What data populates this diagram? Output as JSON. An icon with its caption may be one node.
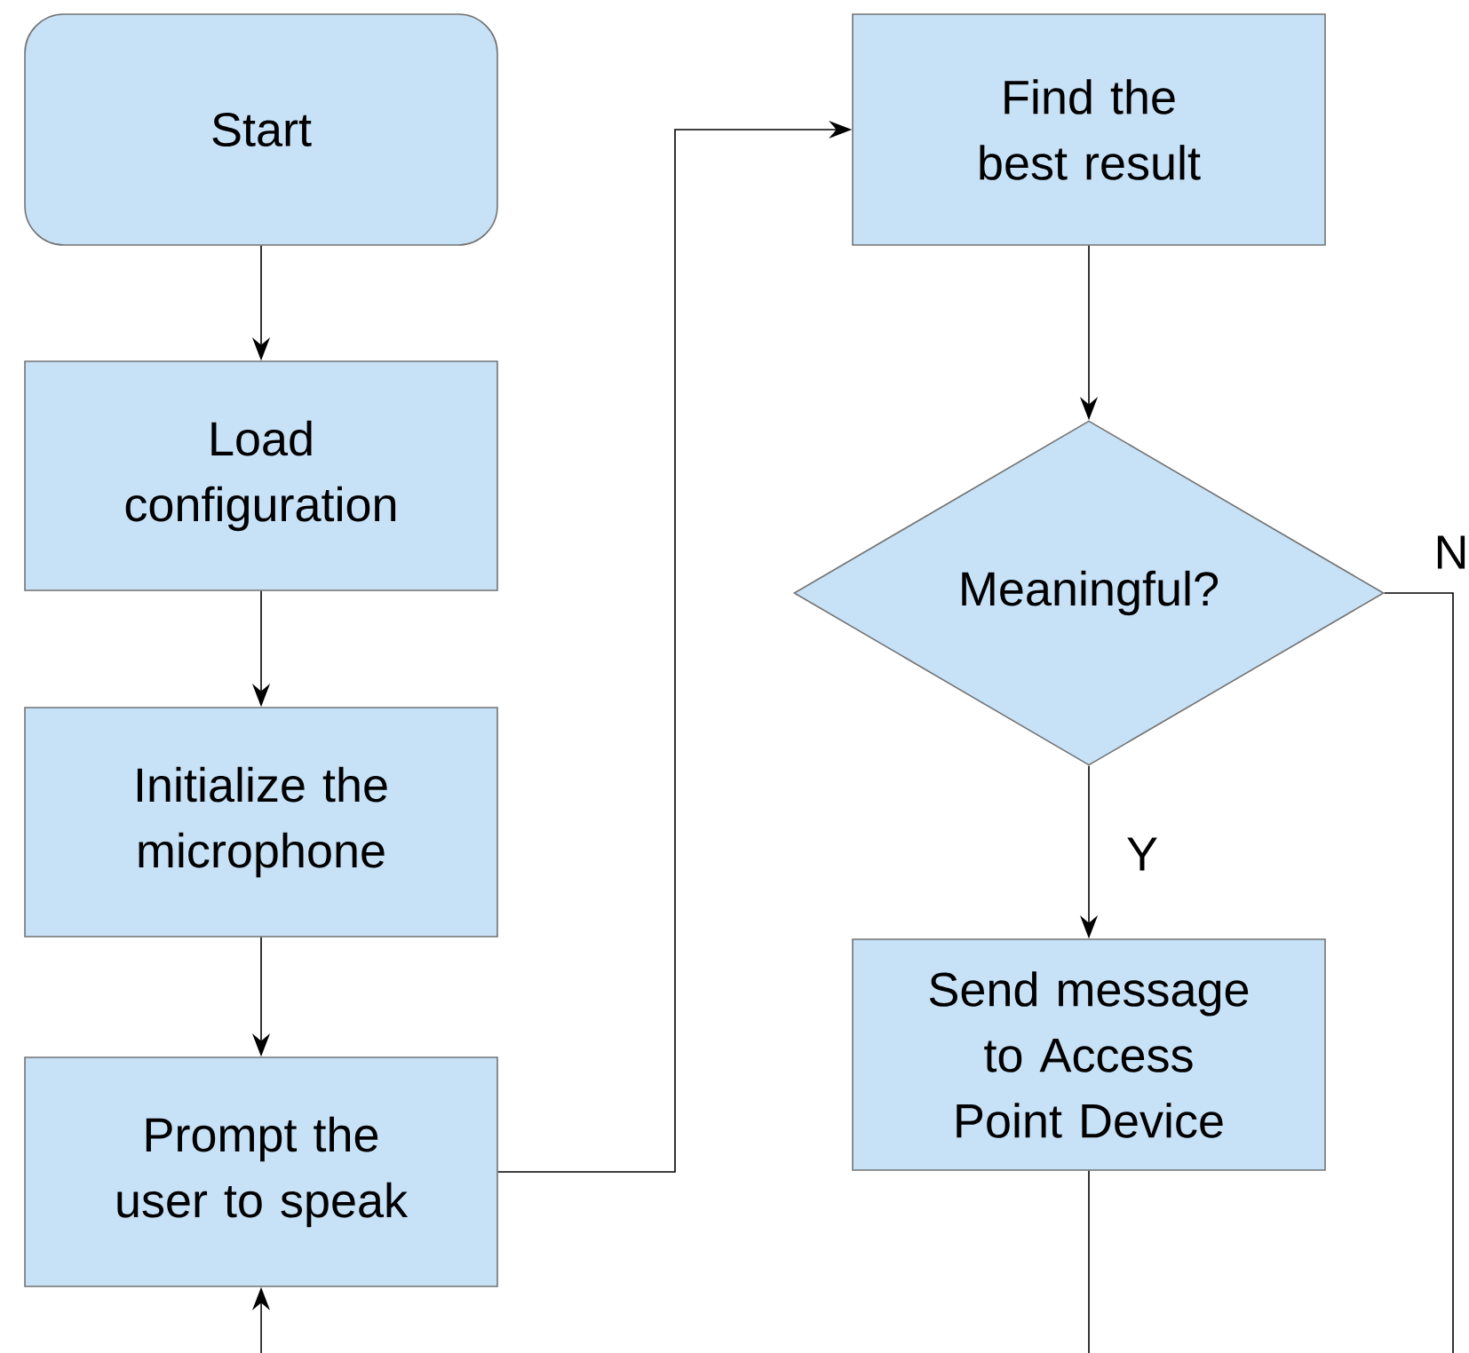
{
  "diagram": {
    "nodes": [
      {
        "text": [
          "Start"
        ]
      },
      {
        "text": [
          "Load configuration"
        ]
      },
      {
        "text": [
          "Initialize the microphone"
        ]
      },
      {
        "text": [
          "Prompt the user to speak"
        ]
      },
      {
        "text": [
          "Find the best result"
        ]
      },
      {
        "text": [
          "Meaningful?"
        ]
      },
      {
        "text": [
          "Send message to Access Point Device"
        ]
      }
    ],
    "edges": [
      {
        "from": 0,
        "to": 1,
        "arrow": "to"
      },
      {
        "from": 1,
        "to": 2,
        "arrow": "to"
      },
      {
        "from": 2,
        "to": 3,
        "arrow": "to"
      },
      {
        "from": 3,
        "to": 4,
        "arrow": "to"
      },
      {
        "from": 4,
        "to": 5,
        "arrow": "to"
      },
      {
        "from": 5,
        "to": 6,
        "label": "Y",
        "arrow": "to"
      },
      {
        "from": 5,
        "to": null,
        "label": "N",
        "arrow": "none"
      },
      {
        "from": 6,
        "to": null,
        "arrow": "none"
      },
      {
        "from": null,
        "to": 3,
        "arrow": "to"
      }
    ]
  }
}
